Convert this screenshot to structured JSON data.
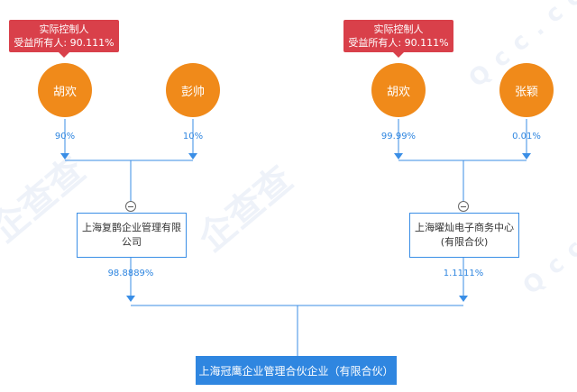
{
  "tags": [
    {
      "line1": "实际控制人",
      "line2": "受益所有人: 90.111%"
    },
    {
      "line1": "实际控制人",
      "line2": "受益所有人: 90.111%"
    }
  ],
  "people": [
    {
      "name": "胡欢",
      "pct": "90%"
    },
    {
      "name": "彭帅",
      "pct": "10%"
    },
    {
      "name": "胡欢",
      "pct": "99.99%"
    },
    {
      "name": "张颖",
      "pct": "0.01%"
    }
  ],
  "companies": [
    {
      "line1": "上海复鹊企业管理有限",
      "line2": "公司",
      "pct": "98.8889%"
    },
    {
      "line1": "上海曜灿电子商务中心",
      "line2": "(有限合伙)",
      "pct": "1.1111%"
    }
  ],
  "target": {
    "name": "上海冠鹰企业管理合伙企业（有限合伙）"
  },
  "watermark": {
    "brand": "企查查",
    "latin": "Qcc.com"
  },
  "colors": {
    "tag": "#d9404a",
    "person": "#f08a1a",
    "line": "#3a8ee6",
    "target": "#2f86e0",
    "pct": "#2f86e0"
  }
}
